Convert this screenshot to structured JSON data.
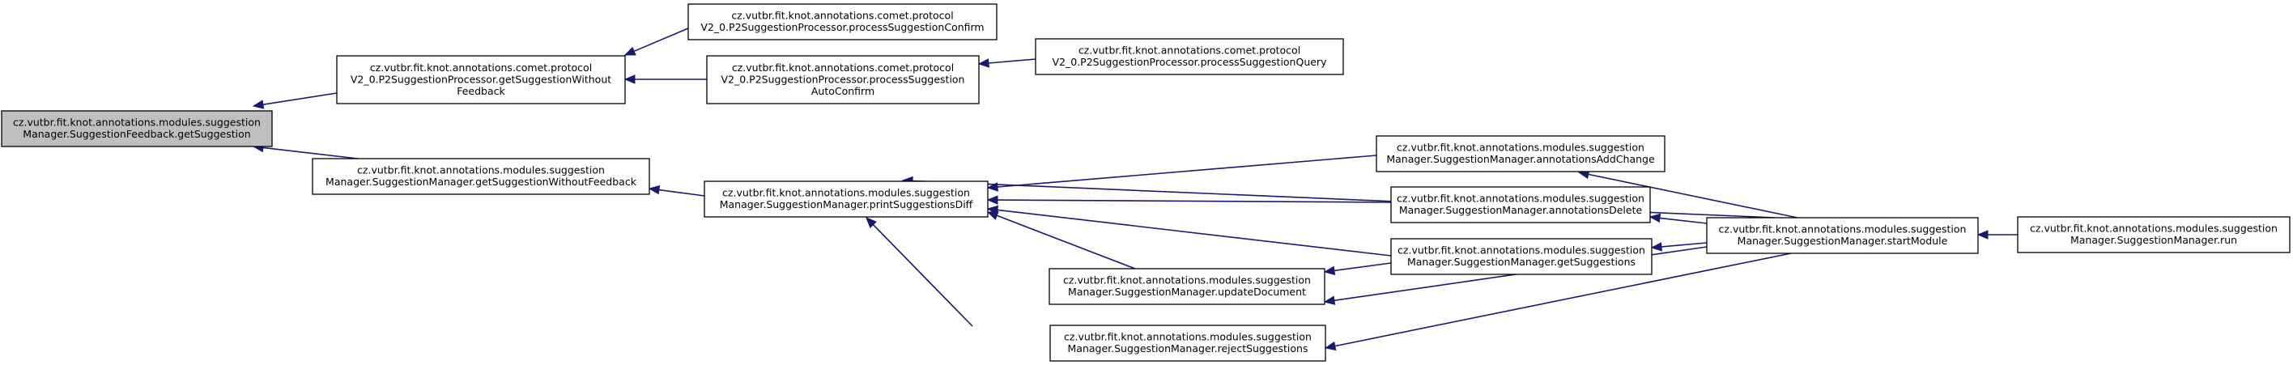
{
  "diagram": {
    "type": "call-graph",
    "nodes": [
      {
        "id": "n0",
        "root": true,
        "lines": [
          "cz.vutbr.fit.knot.annotations.modules.suggestion",
          "Manager.SuggestionFeedback.getSuggestion"
        ]
      },
      {
        "id": "n1",
        "lines": [
          "cz.vutbr.fit.knot.annotations.comet.protocol",
          "V2_0.P2SuggestionProcessor.getSuggestionWithout",
          "Feedback"
        ]
      },
      {
        "id": "n2",
        "lines": [
          "cz.vutbr.fit.knot.annotations.comet.protocol",
          "V2_0.P2SuggestionProcessor.processSuggestionConfirm"
        ]
      },
      {
        "id": "n3",
        "lines": [
          "cz.vutbr.fit.knot.annotations.comet.protocol",
          "V2_0.P2SuggestionProcessor.processSuggestion",
          "AutoConfirm"
        ]
      },
      {
        "id": "n4",
        "lines": [
          "cz.vutbr.fit.knot.annotations.comet.protocol",
          "V2_0.P2SuggestionProcessor.processSuggestionQuery"
        ]
      },
      {
        "id": "n5",
        "lines": [
          "cz.vutbr.fit.knot.annotations.modules.suggestion",
          "Manager.SuggestionManager.getSuggestionWithoutFeedback"
        ]
      },
      {
        "id": "n6",
        "lines": [
          "cz.vutbr.fit.knot.annotations.modules.suggestion",
          "Manager.SuggestionManager.printSuggestionsDiff"
        ]
      },
      {
        "id": "n7",
        "lines": [
          "cz.vutbr.fit.knot.annotations.modules.suggestion",
          "Manager.SuggestionManager.annotationsAddChange"
        ]
      },
      {
        "id": "n8",
        "lines": [
          "cz.vutbr.fit.knot.annotations.modules.suggestion",
          "Manager.SuggestionManager.annotationsDelete"
        ]
      },
      {
        "id": "n9",
        "lines": [
          "cz.vutbr.fit.knot.annotations.modules.suggestion",
          "Manager.SuggestionManager.getSuggestions"
        ]
      },
      {
        "id": "n10",
        "lines": [
          "cz.vutbr.fit.knot.annotations.modules.suggestion",
          "Manager.SuggestionManager.updateDocument"
        ]
      },
      {
        "id": "n11",
        "lines": [
          "cz.vutbr.fit.knot.annotations.modules.suggestion",
          "Manager.SuggestionManager.rejectSuggestions"
        ]
      },
      {
        "id": "n12",
        "lines": [
          "cz.vutbr.fit.knot.annotations.modules.suggestion",
          "Manager.SuggestionManager.startModule"
        ]
      },
      {
        "id": "n13",
        "lines": [
          "cz.vutbr.fit.knot.annotations.modules.suggestion",
          "Manager.SuggestionManager.run"
        ]
      }
    ],
    "edges": [
      {
        "from": "n1",
        "to": "n0"
      },
      {
        "from": "n5",
        "to": "n0"
      },
      {
        "from": "n2",
        "to": "n1"
      },
      {
        "from": "n3",
        "to": "n1"
      },
      {
        "from": "n4",
        "to": "n3"
      },
      {
        "from": "n6",
        "to": "n5"
      },
      {
        "from": "n12",
        "to": "n6"
      },
      {
        "from": "n7",
        "to": "n6"
      },
      {
        "from": "n8",
        "to": "n6"
      },
      {
        "from": "n9",
        "to": "n6"
      },
      {
        "from": "n10",
        "to": "n6"
      },
      {
        "from": "n11",
        "to": "n6"
      },
      {
        "from": "n12",
        "to": "n7"
      },
      {
        "from": "n12",
        "to": "n8"
      },
      {
        "from": "n12",
        "to": "n9"
      },
      {
        "from": "n9",
        "to": "n10"
      },
      {
        "from": "n12",
        "to": "n10"
      },
      {
        "from": "n12",
        "to": "n11"
      },
      {
        "from": "n13",
        "to": "n12"
      }
    ]
  }
}
